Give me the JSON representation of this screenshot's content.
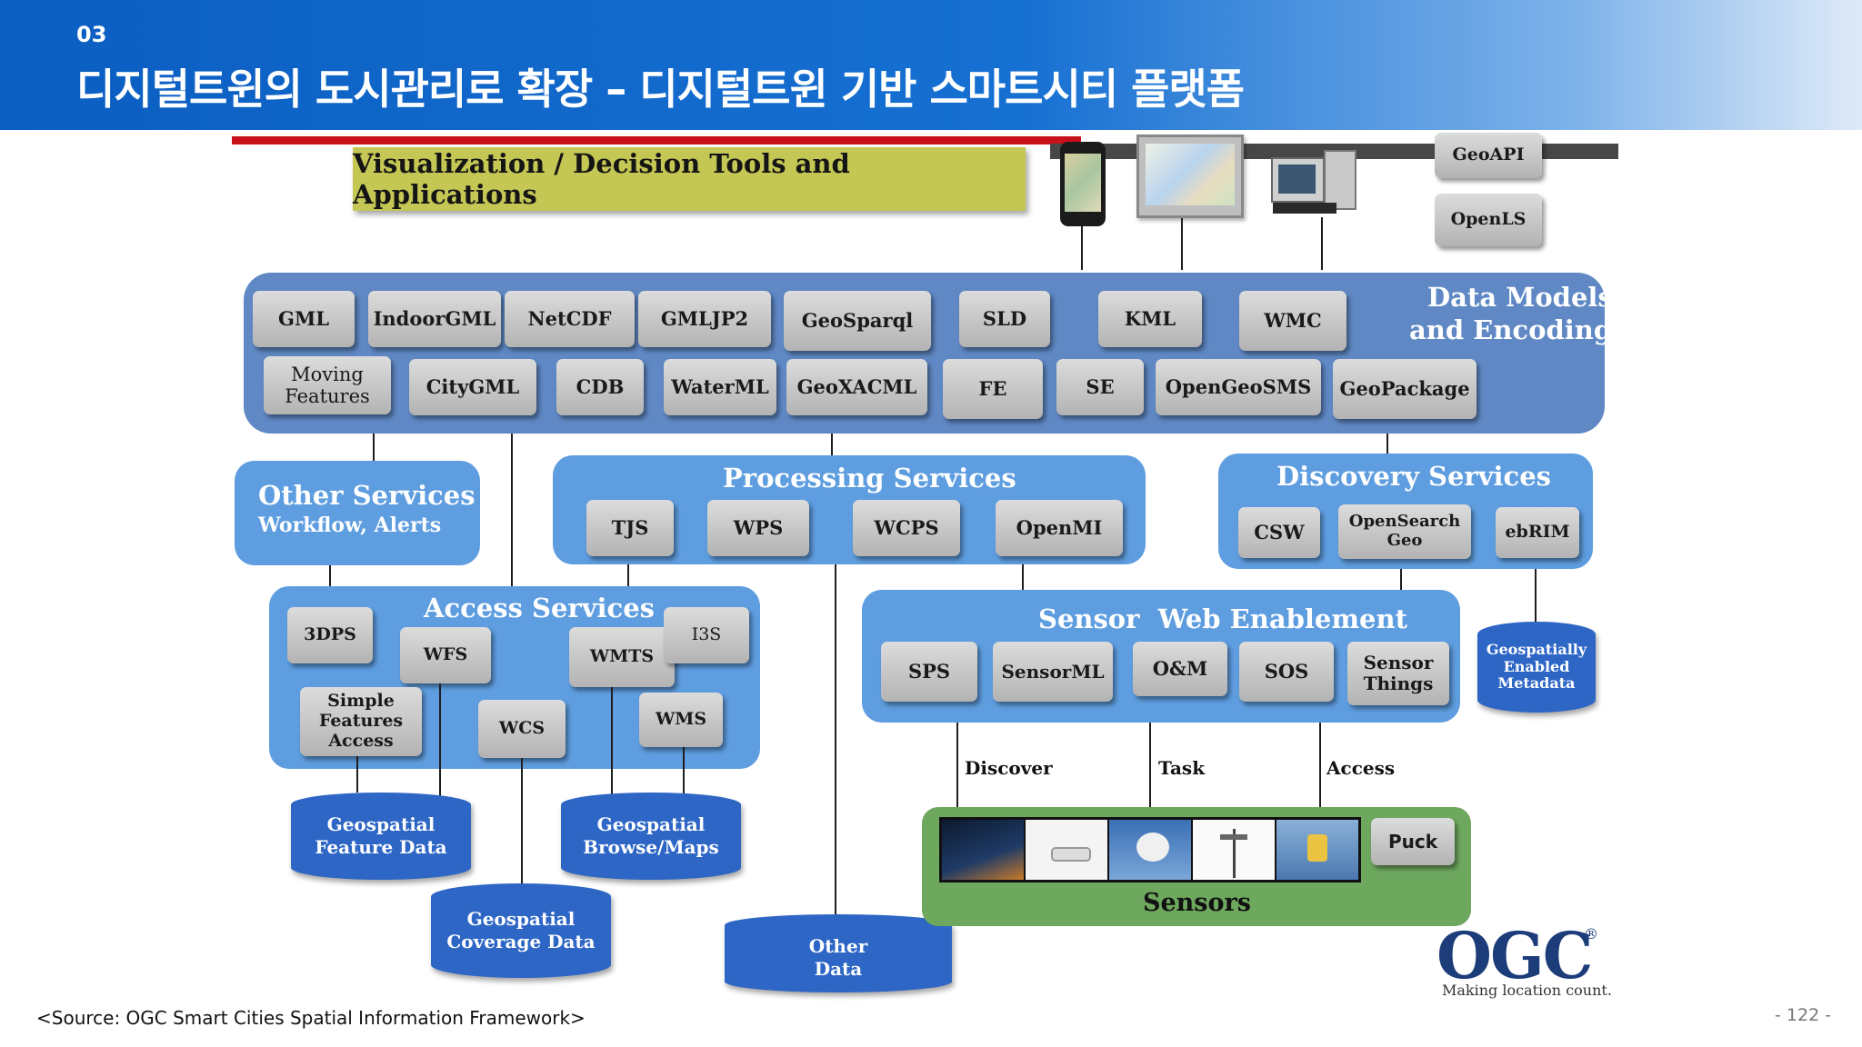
{
  "header": {
    "section_number": "03",
    "title": "디지털트윈의 도시관리로 확장 – 디지털트윈 기반 스마트시티 플랫폼"
  },
  "diagram": {
    "top_bar_title": "Visualization / Decision Tools and Applications",
    "geoapi": "GeoAPI",
    "openls": "OpenLS",
    "data_models": {
      "title_line1": "Data Models",
      "title_line2": "and Encodings",
      "row1": [
        "GML",
        "IndoorGML",
        "NetCDF",
        "GMLJP2",
        "GeoSparql",
        "SLD",
        "KML",
        "WMC"
      ],
      "row2_moving_line1": "Moving",
      "row2_moving_line2": "Features",
      "row2": [
        "CityGML",
        "CDB",
        "WaterML",
        "GeoXACML",
        "FE",
        "SE",
        "OpenGeoSMS",
        "GeoPackage"
      ]
    },
    "other_services": {
      "title": "Other Services",
      "subtitle": "Workflow, Alerts"
    },
    "processing_services": {
      "title": "Processing Services",
      "items": [
        "TJS",
        "WPS",
        "WCPS",
        "OpenMI"
      ]
    },
    "discovery_services": {
      "title": "Discovery Services",
      "csw": "CSW",
      "opensearch_line1": "OpenSearch",
      "opensearch_line2": "Geo",
      "ebrim": "ebRIM"
    },
    "access_services": {
      "title": "Access Services",
      "threedps": "3DPS",
      "wfs": "WFS",
      "wmts": "WMTS",
      "i3s": "I3S",
      "sfa_line1": "Simple",
      "sfa_line2": "Features",
      "sfa_line3": "Access",
      "wcs": "WCS",
      "wms": "WMS"
    },
    "sensor_web": {
      "title": "Sensor  Web Enablement",
      "sps": "SPS",
      "sensorml": "SensorML",
      "om": "O&M",
      "sos": "SOS",
      "st_line1": "Sensor",
      "st_line2": "Things"
    },
    "metadata_cyl": {
      "line1": "Geospatially",
      "line2": "Enabled",
      "line3": "Metadata"
    },
    "connectors": {
      "discover": "Discover",
      "task": "Task",
      "access": "Access"
    },
    "sensors": {
      "title": "Sensors",
      "puck": "Puck"
    },
    "data_stores": {
      "feature_line1": "Geospatial",
      "feature_line2": "Feature Data",
      "browse_line1": "Geospatial",
      "browse_line2": "Browse/Maps",
      "coverage_line1": "Geospatial",
      "coverage_line2": "Coverage Data",
      "other_line1": "Other",
      "other_line2": "Data"
    },
    "ogc_logo": {
      "text": "OGC",
      "registered": "®",
      "tagline": "Making location count."
    }
  },
  "footer": {
    "source": "<Source: OGC Smart Cities Spatial Information Framework>",
    "page": "- 122 -"
  },
  "colors": {
    "header_blue": "#0b5ec2",
    "panel_dark": "#5f88c4",
    "panel_light": "#5e9ddf",
    "cylinder": "#2e66c6",
    "sensors_green": "#6ea75e",
    "viz_yellow": "#c4c754",
    "accent_red": "#c8101a"
  }
}
